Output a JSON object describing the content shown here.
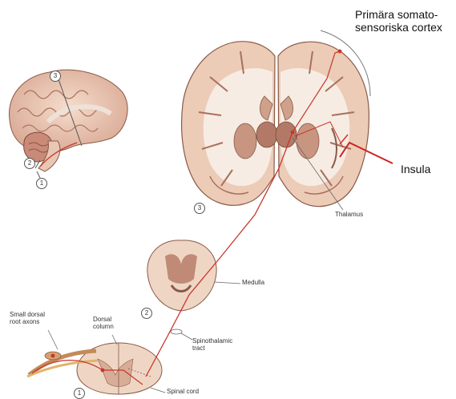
{
  "labels": {
    "primary_cortex": "Primära somato-\nsensoriska cortex",
    "insula": "Insula",
    "thalamus": "Thalamus",
    "medulla": "Medulla",
    "spinothalamic": "Spinothalamic\ntract",
    "small_dorsal": "Small dorsal\nroot axons",
    "dorsal_column": "Dorsal\ncolumn",
    "spinal_cord": "Spinal cord"
  },
  "numbers": {
    "one": "1",
    "two": "2",
    "three": "3"
  },
  "colors": {
    "pathway": "#c8362a",
    "tissue_light": "#f3e2d5",
    "tissue_mid": "#e2bfa8",
    "tissue_dark": "#8f5a4a",
    "label_line": "#666666"
  }
}
